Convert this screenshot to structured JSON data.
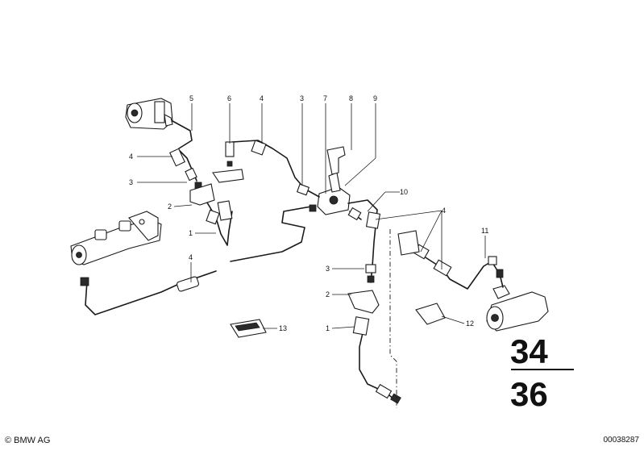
{
  "callouts": [
    "5",
    "6",
    "4",
    "3",
    "7",
    "8",
    "9",
    "4",
    "3",
    "2",
    "1",
    "10",
    "4",
    "11",
    "3",
    "2",
    "1",
    "12",
    "13",
    "4"
  ],
  "group_top": "34",
  "group_bottom": "36",
  "copyright": "© BMW AG",
  "doc_number": "00038287"
}
